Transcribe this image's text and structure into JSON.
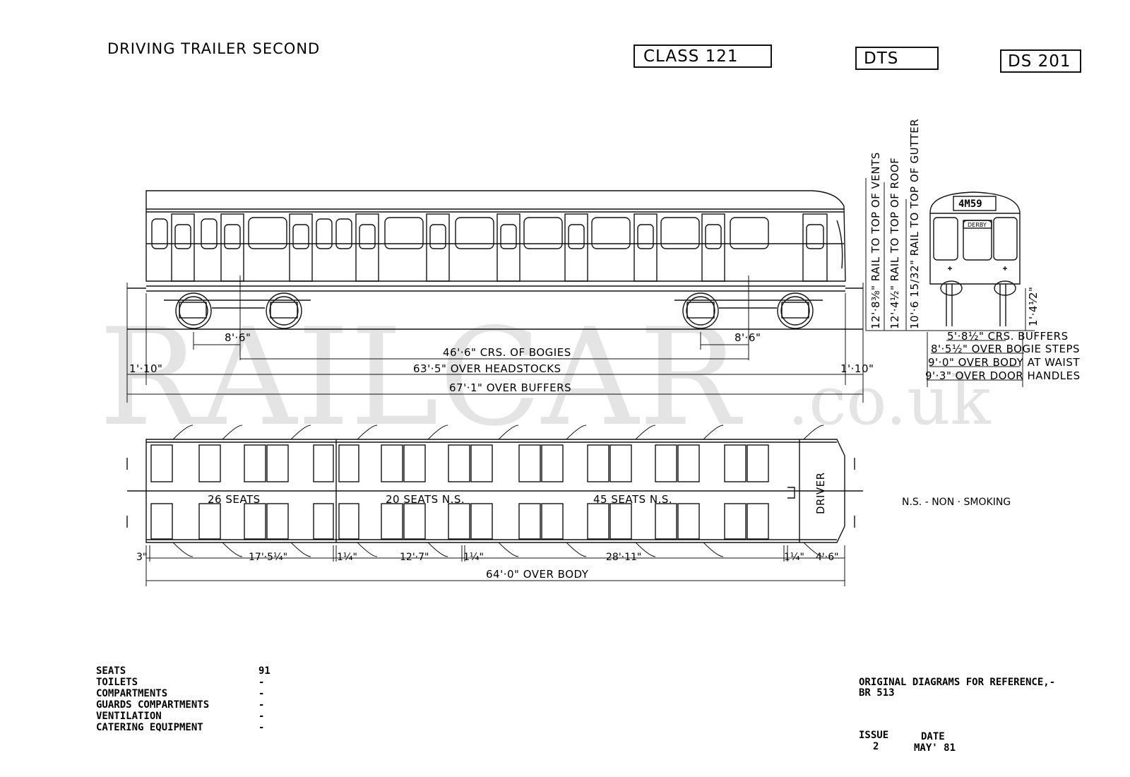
{
  "header": {
    "title": "DRIVING TRAILER SECOND",
    "class_box": "CLASS 121",
    "type_box": "DTS",
    "diagram_box": "DS 201"
  },
  "watermark": {
    "main": "RAILCAR",
    "suffix": ".co.uk"
  },
  "front_view": {
    "headcode": "4M59",
    "destination": "DERBY"
  },
  "side_dims": {
    "bogie_wb_left": "8'·6\"",
    "bogie_wb_right": "8'·6\"",
    "bogie_centres": "46'·6\" CRS. OF BOGIES",
    "headstocks": "63'·5\" OVER HEADSTOCKS",
    "buffer_left": "1'·10\"",
    "buffer_right": "1'·10\"",
    "over_buffers": "67'·1\" OVER BUFFERS"
  },
  "end_dims": {
    "vents": "12'·8⅜\" RAIL TO TOP OF VENTS",
    "roof": "12'·4½\" RAIL TO TOP OF ROOF",
    "gutter": "10'·6 15/32\" RAIL TO TOP OF GUTTER",
    "buffer_height": "1'·4⅟2\"",
    "buffer_crs": "5'·8½\" CRS. BUFFERS",
    "bogie_steps": "8'·5½\" OVER BOGIE STEPS",
    "body_waist": "9'·0\" OVER BODY AT WAIST",
    "door_handles": "9'·3\" OVER DOOR HANDLES"
  },
  "plan": {
    "saloon1": "26 SEATS",
    "saloon2": "20 SEATS  N.S.",
    "saloon3": "45 SEATS  N.S.",
    "driver": "DRIVER",
    "d_end": "3\"",
    "d_saloon1": "17'·5¼\"",
    "d_part1": "1¼\"",
    "d_saloon2": "12'·7\"",
    "d_part2": "1¼\"",
    "d_saloon3": "28'·11\"",
    "d_part3": "1¼\"",
    "d_cab": "4'·6\"",
    "over_body": "64'·0\" OVER BODY"
  },
  "legend_note": "N.S. - NON · SMOKING",
  "summary": [
    {
      "label": "SEATS",
      "value": "91"
    },
    {
      "label": "TOILETS",
      "value": "-"
    },
    {
      "label": "COMPARTMENTS",
      "value": "-"
    },
    {
      "label": "GUARDS COMPARTMENTS",
      "value": "-"
    },
    {
      "label": "VENTILATION",
      "value": "-"
    },
    {
      "label": "CATERING EQUIPMENT",
      "value": "-"
    }
  ],
  "reference": {
    "line1": "ORIGINAL DIAGRAMS FOR REFERENCE,-",
    "line2": "BR 513",
    "issue_label": "ISSUE",
    "issue_value": "2",
    "date_label": "DATE",
    "date_value": "MAY' 81"
  }
}
